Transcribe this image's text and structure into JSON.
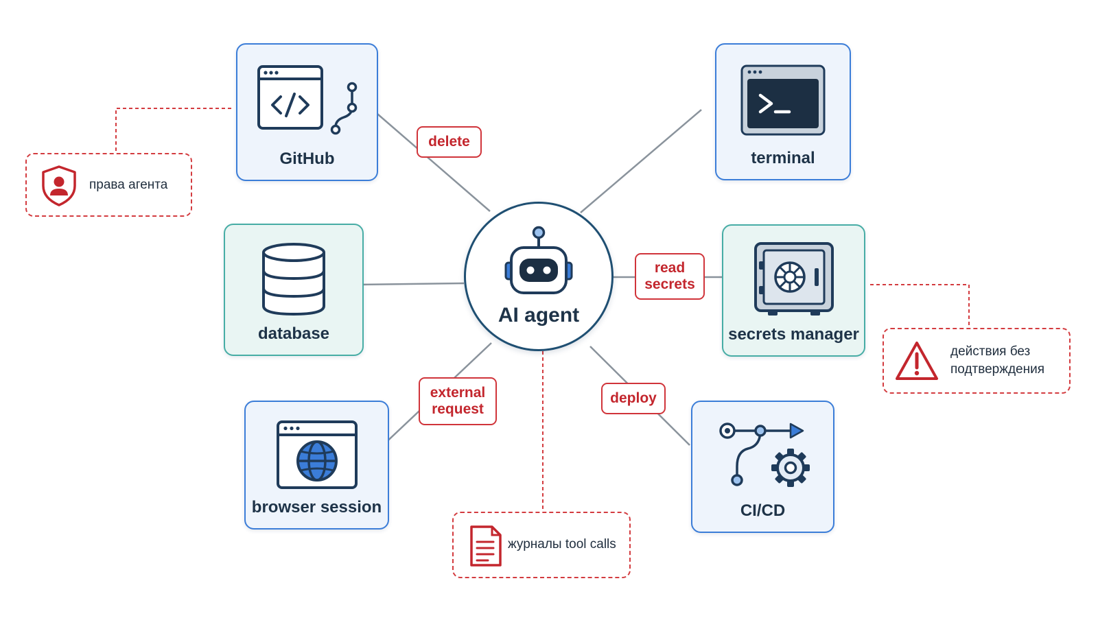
{
  "center": {
    "label": "AI agent",
    "icon": "robot-icon"
  },
  "nodes": {
    "github": {
      "label": "GitHub",
      "icon": "code-window-branch-icon"
    },
    "terminal": {
      "label": "terminal",
      "icon": "terminal-icon"
    },
    "database": {
      "label": "database",
      "icon": "database-icon"
    },
    "secrets": {
      "label": "secrets manager",
      "icon": "safe-icon"
    },
    "browser": {
      "label": "browser session",
      "icon": "browser-globe-icon"
    },
    "cicd": {
      "label": "CI/CD",
      "icon": "pipeline-gear-icon"
    }
  },
  "edge_labels": {
    "delete": "delete",
    "read_secrets": "read\nsecrets",
    "external_request": "external\nrequest",
    "deploy": "deploy"
  },
  "risks": {
    "agent_rights": {
      "text": "права агента",
      "icon": "shield-user-icon"
    },
    "no_confirm": {
      "text": "действия без\nподтверждения",
      "icon": "warning-triangle-icon"
    },
    "tool_logs": {
      "text": "журналы tool calls",
      "icon": "document-icon"
    }
  },
  "colors": {
    "node_border_blue": "#3b7dd8",
    "node_border_teal": "#47ada5",
    "hub_border": "#1f4f72",
    "risk_red": "#d0343a",
    "wire_gray": "#8a939c",
    "icon_navy": "#1f3b5a"
  }
}
